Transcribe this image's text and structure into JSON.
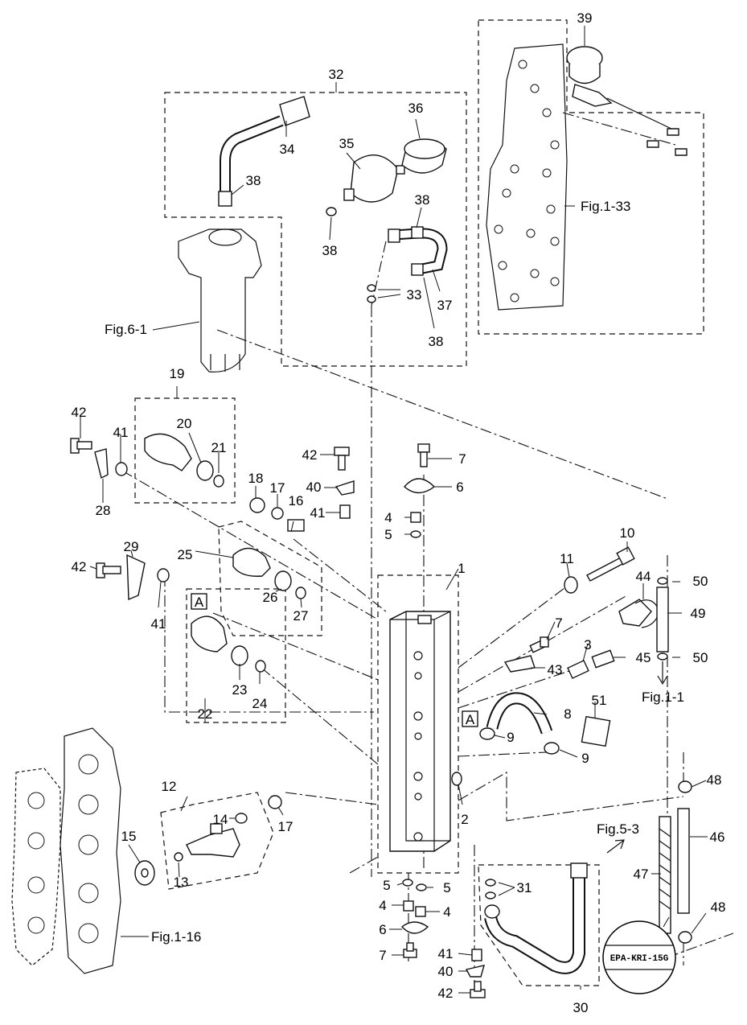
{
  "labels": {
    "n1": "1",
    "n2": "2",
    "n3": "3",
    "n4a": "4",
    "n4b": "4",
    "n4c": "4",
    "n5a": "5",
    "n5b": "5",
    "n5c": "5",
    "n6a": "6",
    "n6b": "6",
    "n7a": "7",
    "n7b": "7",
    "n7c": "7",
    "n8": "8",
    "n9a": "9",
    "n9b": "9",
    "n10": "10",
    "n11": "11",
    "n12": "12",
    "n13": "13",
    "n14": "14",
    "n15": "15",
    "n16": "16",
    "n17a": "17",
    "n17b": "17",
    "n18": "18",
    "n19": "19",
    "n20": "20",
    "n21": "21",
    "n22": "22",
    "n23": "23",
    "n24": "24",
    "n25": "25",
    "n26": "26",
    "n27": "27",
    "n28": "28",
    "n29": "29",
    "n30": "30",
    "n31": "31",
    "n32": "32",
    "n33": "33",
    "n34": "34",
    "n35": "35",
    "n36": "36",
    "n37": "37",
    "n38a": "38",
    "n38b": "38",
    "n38c": "38",
    "n38d": "38",
    "n39": "39",
    "n40a": "40",
    "n40b": "40",
    "n41a": "41",
    "n41b": "41",
    "n41c": "41",
    "n41d": "41",
    "n42a": "42",
    "n42b": "42",
    "n42c": "42",
    "n42d": "42",
    "n43": "43",
    "n44": "44",
    "n45": "45",
    "n46": "46",
    "n47": "47",
    "n48a": "48",
    "n48b": "48",
    "n49": "49",
    "n50a": "50",
    "n50b": "50",
    "n51": "51"
  },
  "refs": {
    "fig1_33": "Fig.1-33",
    "fig6_1": "Fig.6-1",
    "fig1_1": "Fig.1-1",
    "fig5_3": "Fig.5-3",
    "fig1_16": "Fig.1-16"
  },
  "markers": {
    "a1": "A",
    "a2": "A"
  },
  "stamp": "EPA-KRI-15G",
  "colors": {
    "line": "#111111",
    "part_shade": "#d9d9d9",
    "background": "#ffffff"
  }
}
